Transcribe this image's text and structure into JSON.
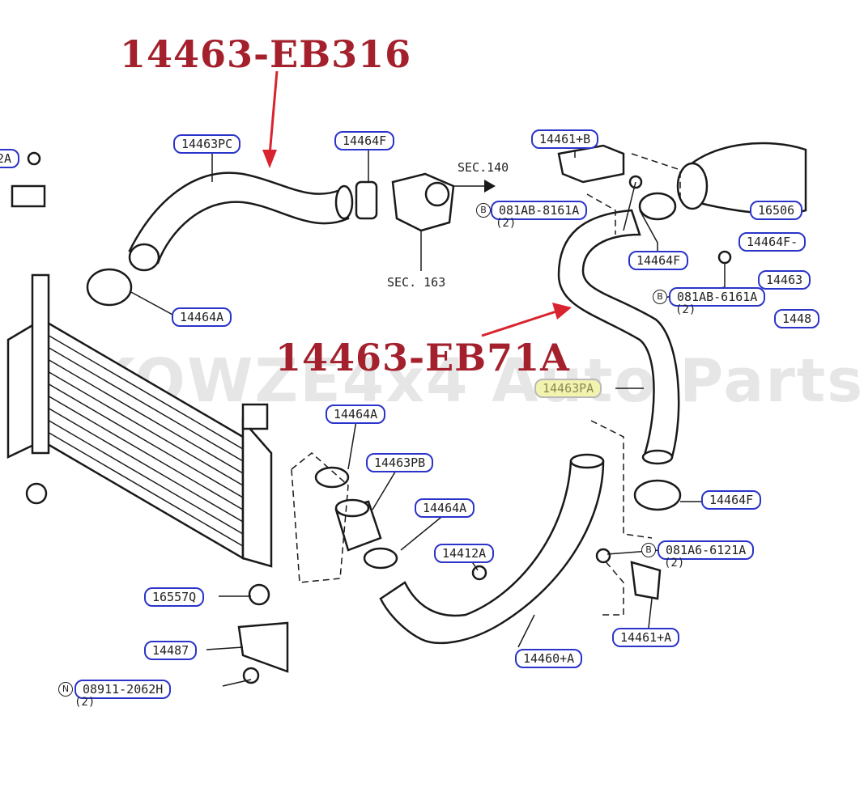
{
  "callouts": {
    "top": "14463-EB316",
    "middle": "14463-EB71A"
  },
  "watermark": "KOWZE4x4 Auto Parts",
  "part_labels": {
    "p14463PC": "14463PC",
    "p14464F_top": "14464F",
    "p14461B": "14461+B",
    "p16506": "16506",
    "p081AB_8161A": "081AB-8161A",
    "p14464F_mid": "14464F",
    "p14464F_right": "14464F-",
    "p14463_right": "14463",
    "p081AB_6161A": "081AB-6161A",
    "p1448_right": "1448",
    "p14464A_top": "14464A",
    "p14463PA": "14463PA",
    "p14464A_mid": "14464A",
    "p14463PB": "14463PB",
    "p14464A_low": "14464A",
    "p14464F_low": "14464F",
    "p14412A": "14412A",
    "p081A6_6121A": "081A6-6121A",
    "p16557Q": "16557Q",
    "p14461A": "14461+A",
    "p14487": "14487",
    "p14460A": "14460+A",
    "p08911_2062H": "08911-2062H",
    "p2A_left": "2A"
  },
  "plain_labels": {
    "sec140": "SEC.140",
    "sec163": "SEC. 163"
  },
  "quantities": {
    "q1": "(2)",
    "q2": "(2)",
    "q3": "(2)",
    "q4": "(2)"
  },
  "markers": {
    "b1": "B",
    "b2": "B",
    "b3": "B",
    "n1": "N"
  },
  "colors": {
    "label_border": "#2b34c9",
    "callout_red": "#a3202c",
    "arrow_red": "#d9232e",
    "highlight_fill": "#f3f3b0"
  }
}
